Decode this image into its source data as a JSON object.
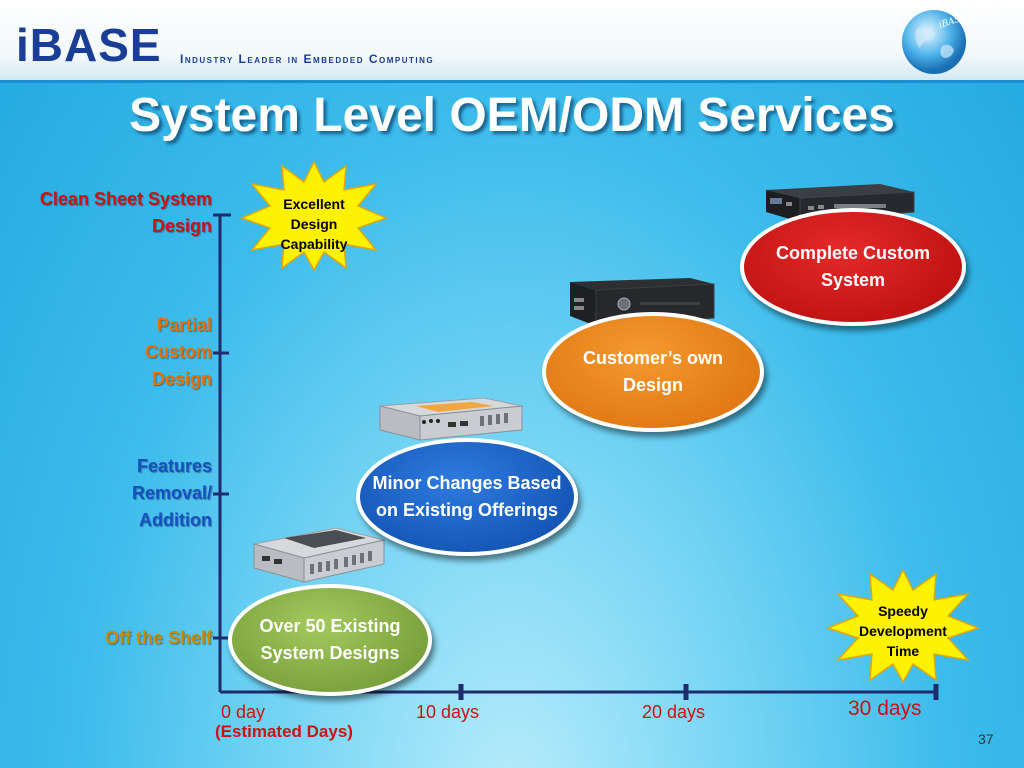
{
  "header": {
    "logo": "iBASE",
    "tagline": "Industry Leader in Embedded Computing",
    "globe_text": "iBASE Always Ahead"
  },
  "title": "System Level OEM/ODM Services",
  "y_axis_labels": {
    "clean_sheet": "Clean Sheet System Design",
    "partial": "Partial Custom Design",
    "features": "Features Removal/ Addition",
    "off_shelf": "Off the Shelf"
  },
  "x_axis": {
    "ticks": [
      "0 day",
      "10 days",
      "20 days",
      "30 days"
    ],
    "note": "(Estimated Days)"
  },
  "bubbles": {
    "over50": "Over 50 Existing System Designs",
    "minor": "Minor Changes Based on Existing Offerings",
    "customer": "Customer’s own Design",
    "complete": "Complete Custom System"
  },
  "bursts": {
    "excellent": "Excellent Design Capability",
    "speedy": "Speedy Development Time"
  },
  "page_number": "37",
  "colors": {
    "background": "#22a8e0",
    "title": "#ffffff",
    "axis": "#1f2c6b",
    "red_label": "#cc1111",
    "orange_label": "#e87000",
    "blue_label": "#1650c0",
    "green_label": "#c78b00",
    "burst_fill": "#fff200"
  },
  "icons": [
    "globe-icon",
    "computer-device-icon"
  ]
}
